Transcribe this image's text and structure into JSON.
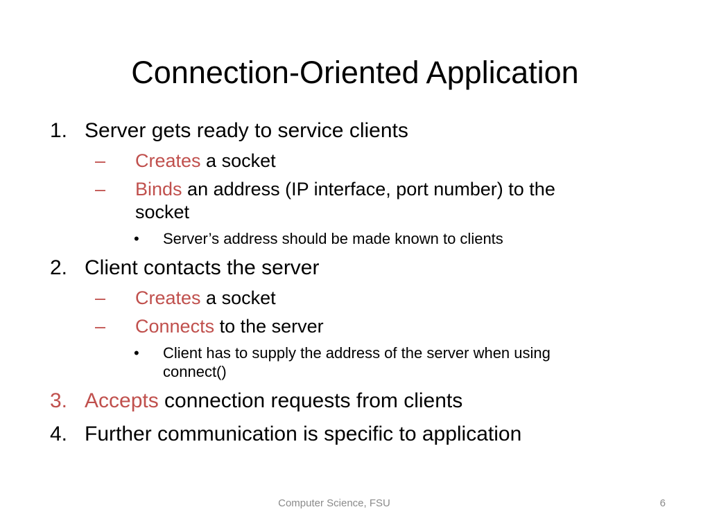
{
  "slide": {
    "title": "Connection-Oriented Application"
  },
  "colors": {
    "accent_red": "#C0504D",
    "body_text": "#000000",
    "footer_gray": "#8A8A8A"
  },
  "content": {
    "items": [
      {
        "level": 1,
        "marker": "1.",
        "marker_accent": false,
        "segments": [
          {
            "text": "Server gets ready to service clients",
            "accent": false
          }
        ]
      },
      {
        "level": 2,
        "marker": "–",
        "marker_accent": true,
        "segments": [
          {
            "text": "Creates",
            "accent": true
          },
          {
            "text": " a socket",
            "accent": false
          }
        ]
      },
      {
        "level": 2,
        "marker": "–",
        "marker_accent": true,
        "segments": [
          {
            "text": "Binds",
            "accent": true
          },
          {
            "text": " an address (IP interface, port number) to the\nsocket",
            "accent": false
          }
        ]
      },
      {
        "level": 3,
        "marker": "•",
        "marker_accent": false,
        "segments": [
          {
            "text": "Server’s address should be made known to clients",
            "accent": false
          }
        ]
      },
      {
        "level": 1,
        "marker": "2.",
        "marker_accent": false,
        "segments": [
          {
            "text": "Client contacts the server",
            "accent": false
          }
        ]
      },
      {
        "level": 2,
        "marker": "–",
        "marker_accent": true,
        "segments": [
          {
            "text": "Creates",
            "accent": true
          },
          {
            "text": " a socket",
            "accent": false
          }
        ]
      },
      {
        "level": 2,
        "marker": "–",
        "marker_accent": true,
        "segments": [
          {
            "text": "Connects",
            "accent": true
          },
          {
            "text": " to the server",
            "accent": false
          }
        ]
      },
      {
        "level": 3,
        "marker": "•",
        "marker_accent": false,
        "segments": [
          {
            "text": "Client has to supply the address of the server when using\nconnect()",
            "accent": false
          }
        ]
      },
      {
        "level": 1,
        "marker": "3.",
        "marker_accent": true,
        "segments": [
          {
            "text": "Accepts",
            "accent": true
          },
          {
            "text": " connection requests from clients",
            "accent": false
          }
        ]
      },
      {
        "level": 1,
        "marker": "4.",
        "marker_accent": false,
        "segments": [
          {
            "text": "Further communication is specific to application",
            "accent": false
          }
        ]
      }
    ]
  },
  "footer": {
    "center_text": "Computer Science, FSU",
    "page_number": "6"
  }
}
